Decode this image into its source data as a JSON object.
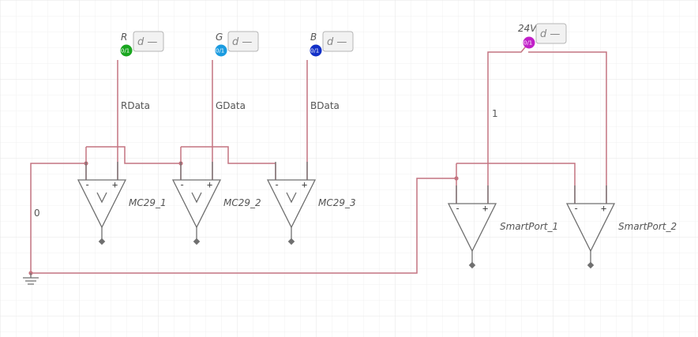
{
  "inputs": [
    {
      "name": "R",
      "control": "d —",
      "badge": "0/1",
      "color": "#19a61f"
    },
    {
      "name": "G",
      "control": "d —",
      "badge": "0/1",
      "color": "#1a9be0"
    },
    {
      "name": "B",
      "control": "d —",
      "badge": "0/1",
      "color": "#1230c7"
    },
    {
      "name": "24V",
      "control": "d —",
      "badge": "0/1",
      "color": "#c120c8"
    }
  ],
  "nets": {
    "rdata": "RData",
    "gdata": "GData",
    "bdata": "BData",
    "zero": "0",
    "one": "1"
  },
  "components": [
    {
      "label": "MC29_1",
      "minus": "-",
      "plus": "+"
    },
    {
      "label": "MC29_2",
      "minus": "-",
      "plus": "+"
    },
    {
      "label": "MC29_3",
      "minus": "-",
      "plus": "+"
    },
    {
      "label": "SmartPort_1",
      "minus": "-",
      "plus": "+"
    },
    {
      "label": "SmartPort_2",
      "minus": "-",
      "plus": "+"
    }
  ],
  "icons": {
    "ground": "ground-icon"
  }
}
